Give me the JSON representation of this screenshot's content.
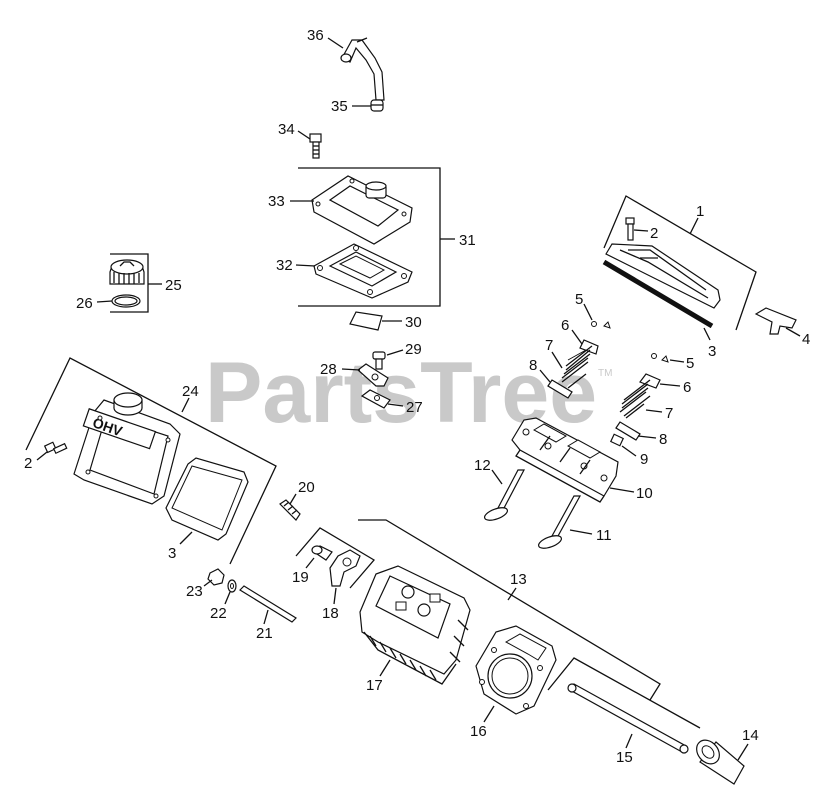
{
  "watermark": {
    "text": "PartsTree",
    "tm": "TM"
  },
  "cover_logo": "OHV",
  "callouts": {
    "c1": "1",
    "c2a": "2",
    "c2b": "2",
    "c3a": "3",
    "c3b": "3",
    "c4": "4",
    "c5a": "5",
    "c5b": "5",
    "c6a": "6",
    "c6b": "6",
    "c7a": "7",
    "c7b": "7",
    "c8a": "8",
    "c8b": "8",
    "c9": "9",
    "c10": "10",
    "c11": "11",
    "c12": "12",
    "c13": "13",
    "c14": "14",
    "c15": "15",
    "c16": "16",
    "c17": "17",
    "c18": "18",
    "c19": "19",
    "c20": "20",
    "c21": "21",
    "c22": "22",
    "c23": "23",
    "c24": "24",
    "c25": "25",
    "c26": "26",
    "c27": "27",
    "c28": "28",
    "c29": "29",
    "c30": "30",
    "c31": "31",
    "c32": "32",
    "c33": "33",
    "c34": "34",
    "c35": "35",
    "c36": "36"
  }
}
